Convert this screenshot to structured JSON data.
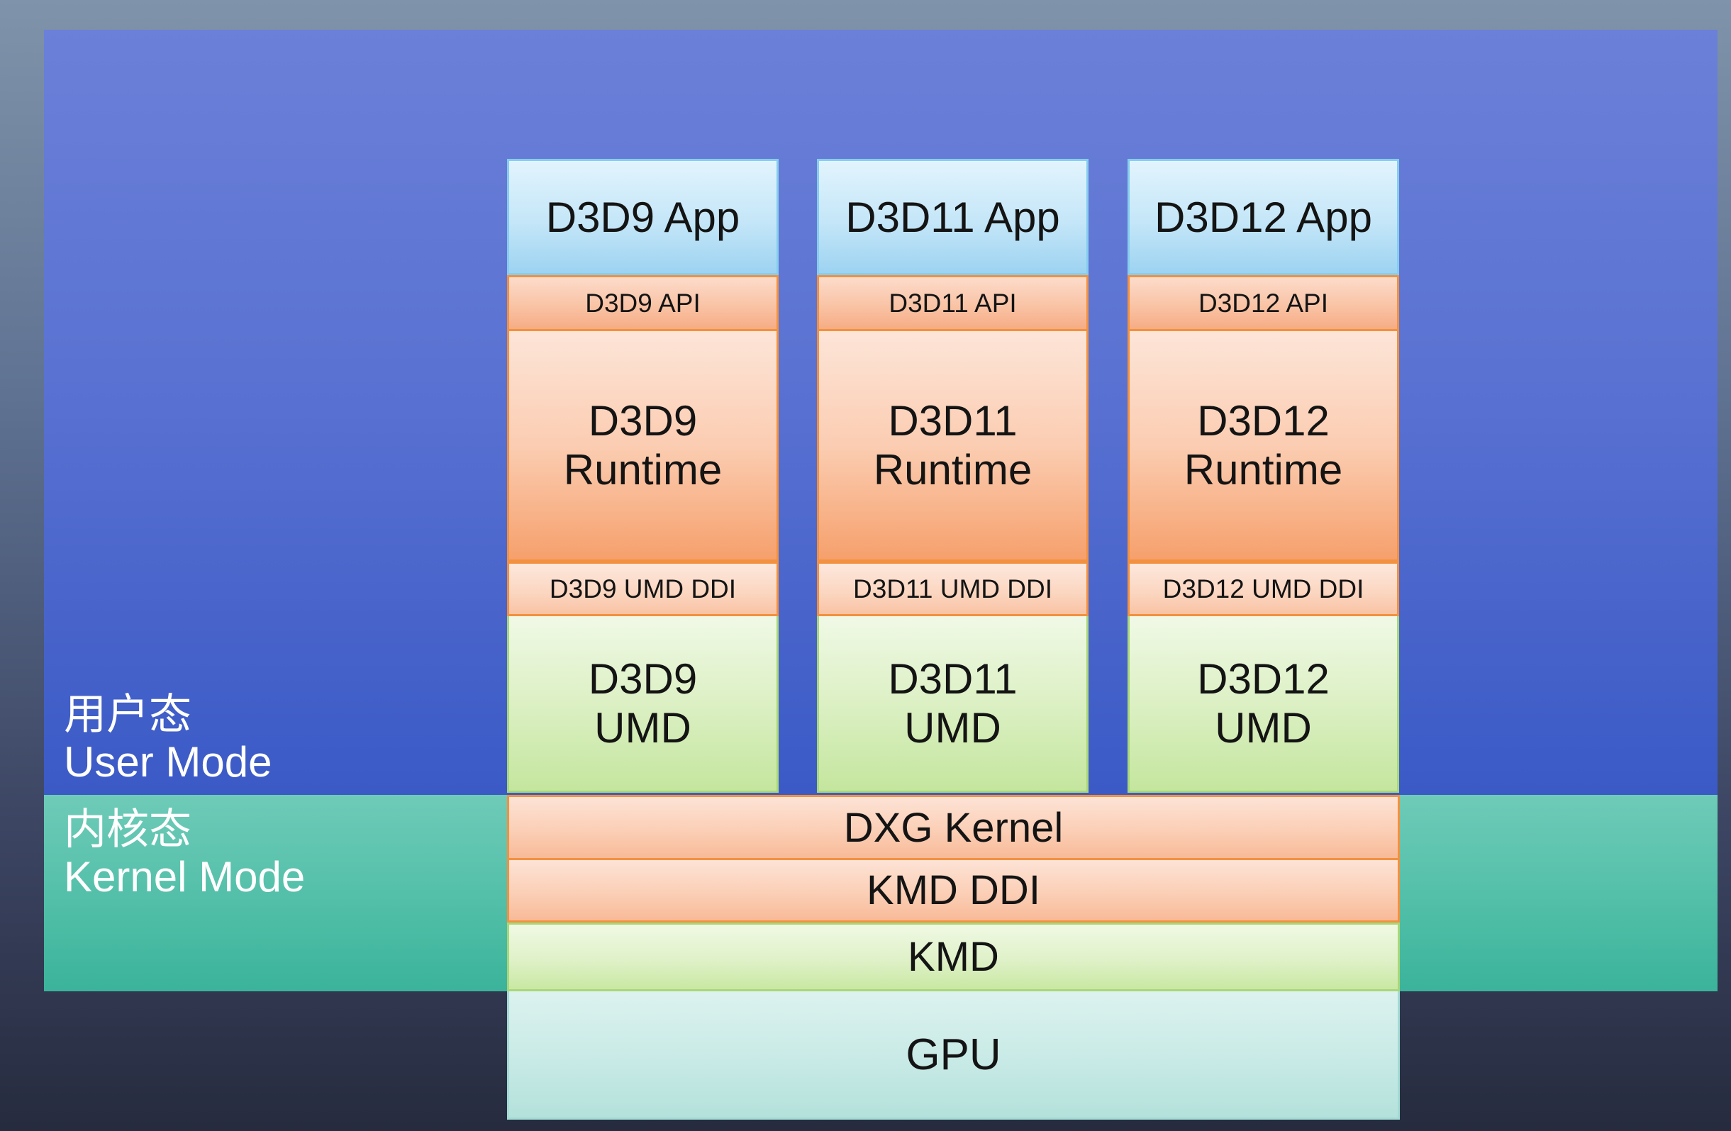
{
  "modes": {
    "user": {
      "label_zh": "用户态",
      "label_en": "User Mode"
    },
    "kernel": {
      "label_zh": "内核态",
      "label_en": "Kernel Mode"
    }
  },
  "columns": [
    {
      "app": "D3D9 App",
      "api": "D3D9 API",
      "runtime": "D3D9 Runtime",
      "umd_ddi": "D3D9 UMD DDI",
      "umd": "D3D9 UMD"
    },
    {
      "app": "D3D11 App",
      "api": "D3D11 API",
      "runtime": "D3D11 Runtime",
      "umd_ddi": "D3D11 UMD DDI",
      "umd": "D3D11 UMD"
    },
    {
      "app": "D3D12 App",
      "api": "D3D12 API",
      "runtime": "D3D12 Runtime",
      "umd_ddi": "D3D12 UMD DDI",
      "umd": "D3D12 UMD"
    }
  ],
  "kernel_stack": {
    "dxg_kernel": "DXG Kernel",
    "kmd_ddi": "KMD DDI",
    "kmd": "KMD"
  },
  "hardware": {
    "gpu": "GPU"
  },
  "colors": {
    "user_mode_panel": "#5a72d2",
    "kernel_mode_panel": "#52bfa8",
    "app_box": "#c4e6f8",
    "interface_box": "#f9c1a2",
    "interface_border": "#f2913f",
    "driver_box": "#dcf0c4",
    "gpu_box": "#c8eae6"
  }
}
